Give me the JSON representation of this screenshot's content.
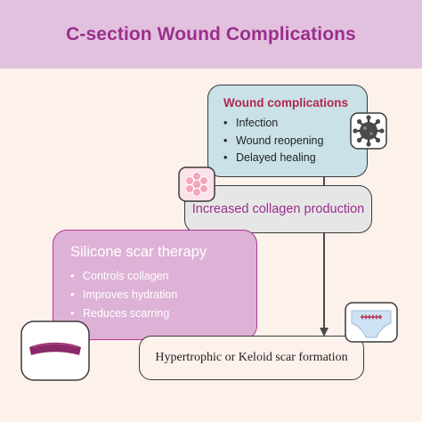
{
  "title": "C-section Wound Complications",
  "wound_complications": {
    "title": "Wound complications",
    "items": [
      "Infection",
      "Wound reopening",
      "Delayed healing"
    ]
  },
  "collagen": {
    "label": "Increased collagen production"
  },
  "silicone": {
    "title": "Silicone scar therapy",
    "items": [
      "Controls collagen",
      "Improves hydration",
      "Reduces scarring"
    ]
  },
  "scar": {
    "label": "Hypertrophic or Keloid scar formation"
  },
  "icons": {
    "germ": "virus-icon",
    "cells": "cell-cluster-icon",
    "scar_patch": "scar-underwear-icon",
    "silicone_strip": "silicone-strip-icon"
  },
  "colors": {
    "title_band": "#e2c1de",
    "title_text": "#9b2f8c",
    "wound_box": "#c9e1e7",
    "wound_title": "#b42551",
    "collagen_box": "#e6e6e6",
    "silicone_box": "#deb2d6",
    "silicone_arrow": "#a3307f"
  }
}
